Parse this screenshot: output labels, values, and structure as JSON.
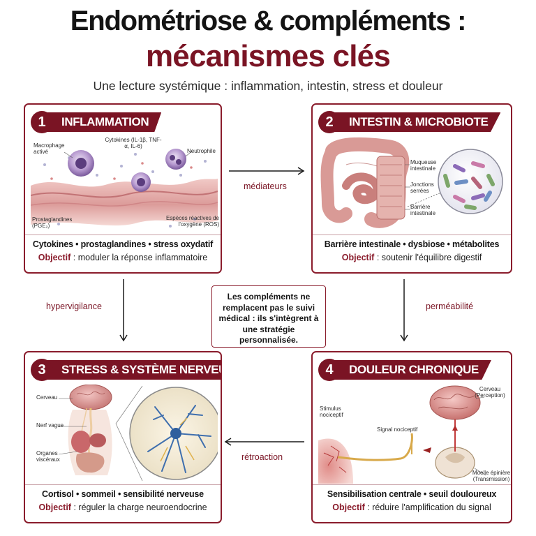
{
  "header": {
    "title_line1": "Endométriose & compléments :",
    "title_line2": "mécanismes clés",
    "subtitle": "Une lecture systémique : inflammation, intestin, stress et douleur"
  },
  "cards": [
    {
      "number": "1",
      "title": "INFLAMMATION",
      "labels": {
        "macrophage": "Macrophage activé",
        "cytokines": "Cytokines (IL-1β, TNF-α, IL-6)",
        "neutrophile": "Neutrophile",
        "prostaglandines": "Prostaglandines (PGE₂)",
        "ros": "Espèces réactives de l'oxygène (ROS)"
      },
      "keywords": "Cytokines • prostaglandines • stress oxydatif",
      "objective_label": "Objectif",
      "objective_text": " : moduler la réponse inflammatoire"
    },
    {
      "number": "2",
      "title": "INTESTIN & MICROBIOTE",
      "labels": {
        "muqueuse": "Muqueuse intestinale",
        "jonctions": "Jonctions serrées",
        "barriere": "Barrière intestinale"
      },
      "keywords": "Barrière intestinale • dysbiose • métabolites",
      "objective_label": "Objectif",
      "objective_text": " : soutenir l'équilibre digestif"
    },
    {
      "number": "3",
      "title": "STRESS & SYSTÈME NERVEUX",
      "labels": {
        "cerveau": "Cerveau",
        "nerf": "Nerf vague",
        "organes": "Organes viscéraux"
      },
      "keywords": "Cortisol • sommeil • sensibilité nerveuse",
      "objective_label": "Objectif",
      "objective_text": " : réguler la charge neuroendocrine"
    },
    {
      "number": "4",
      "title": "DOULEUR CHRONIQUE",
      "labels": {
        "cerveau": "Cerveau (Perception)",
        "stimulus": "Stimulus nociceptif",
        "signal": "Signal nociceptif",
        "moelle": "Moelle épinière (Transmission)"
      },
      "keywords": "Sensibilisation centrale • seuil douloureux",
      "objective_label": "Objectif",
      "objective_text": " : réduire l'amplification du signal"
    }
  ],
  "arrows": {
    "top": "médiateurs",
    "left": "hypervigilance",
    "right": "perméabilité",
    "bottom": "rétroaction"
  },
  "center_note": "Les compléments ne remplacent pas le suivi médical : ils s'intègrent à une stratégie personnalisée.",
  "colors": {
    "accent": "#7a1424",
    "border": "#8a1c2c"
  }
}
